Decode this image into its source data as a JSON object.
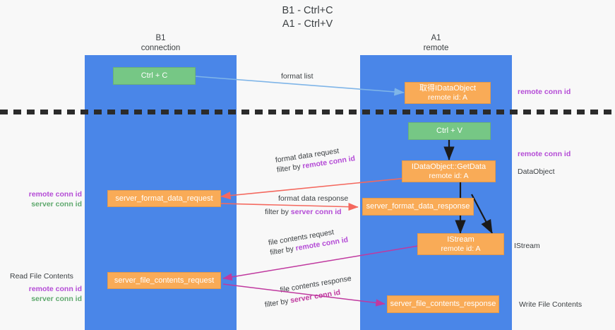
{
  "title": {
    "line1": "B1 - Ctrl+C",
    "line2": "A1 - Ctrl+V"
  },
  "lanes": [
    {
      "id": "b1",
      "name": "B1",
      "sub": "connection"
    },
    {
      "id": "a1",
      "name": "A1",
      "sub": "remote"
    }
  ],
  "nodes": {
    "ctrl_c": {
      "label": "Ctrl + C"
    },
    "get_idataobject": {
      "line1": "取得IDataObject",
      "line2": "remote id: A"
    },
    "ctrl_v": {
      "label": "Ctrl + V"
    },
    "getdata": {
      "line1": "IDataObject::GetData",
      "line2": "remote id: A"
    },
    "server_format_data_request": {
      "label": "server_format_data_request"
    },
    "server_format_data_response": {
      "label": "server_format_data_response"
    },
    "istream": {
      "line1": "IStream",
      "line2": "remote id: A"
    },
    "server_file_contents_request": {
      "label": "server_file_contents_request"
    },
    "server_file_contents_response": {
      "label": "server_file_contents_response"
    }
  },
  "edges": {
    "format_list": {
      "label": "format list"
    },
    "format_data_request": {
      "line1": "format data request",
      "line2_prefix": "filter by ",
      "line2_key": "remote conn id"
    },
    "format_data_response": {
      "line1": "format data response",
      "line2_prefix": "filter by ",
      "line2_key": "server conn id"
    },
    "file_contents_request": {
      "line1": "file contents request",
      "line2_prefix": "filter by ",
      "line2_key": "remote conn id"
    },
    "file_contents_response": {
      "line1": "file contents response",
      "line2_prefix": "filter by ",
      "line2_key": "server conn id"
    }
  },
  "annotations": {
    "right_top_remote_conn": "remote conn id",
    "right_mid_remote_conn": "remote conn id",
    "right_dataobject": "DataObject",
    "right_istream": "IStream",
    "right_write_file_contents": "Write File Contents",
    "left_remote_conn": "remote conn id",
    "left_server_conn": "server conn id",
    "left_read_file_contents": "Read File Contents",
    "left_remote_conn2": "remote conn id",
    "left_server_conn2": "server conn id"
  },
  "colors": {
    "lane": "#4a86e8",
    "green_node": "#76c785",
    "orange_node": "#f9ab57",
    "purple": "#b44bd6",
    "green_text": "#5fa96e",
    "arrow_blue": "#7fb5e8",
    "arrow_red": "#f4685e",
    "arrow_magenta": "#c0399f",
    "arrow_black": "#1a1a1a",
    "divider": "#2b2b2b",
    "background": "#f8f8f8"
  }
}
